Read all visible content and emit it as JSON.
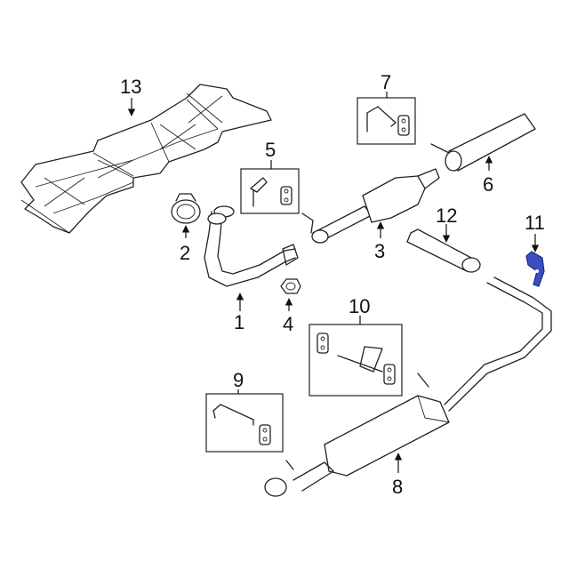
{
  "colors": {
    "line": "#222222",
    "highlight": "#3a4fbf",
    "background": "#ffffff"
  },
  "callouts": {
    "p1": "1",
    "p2": "2",
    "p3": "3",
    "p4": "4",
    "p5": "5",
    "p6": "6",
    "p7": "7",
    "p8": "8",
    "p9": "9",
    "p10": "10",
    "p11": "11",
    "p12": "12",
    "p13": "13"
  }
}
